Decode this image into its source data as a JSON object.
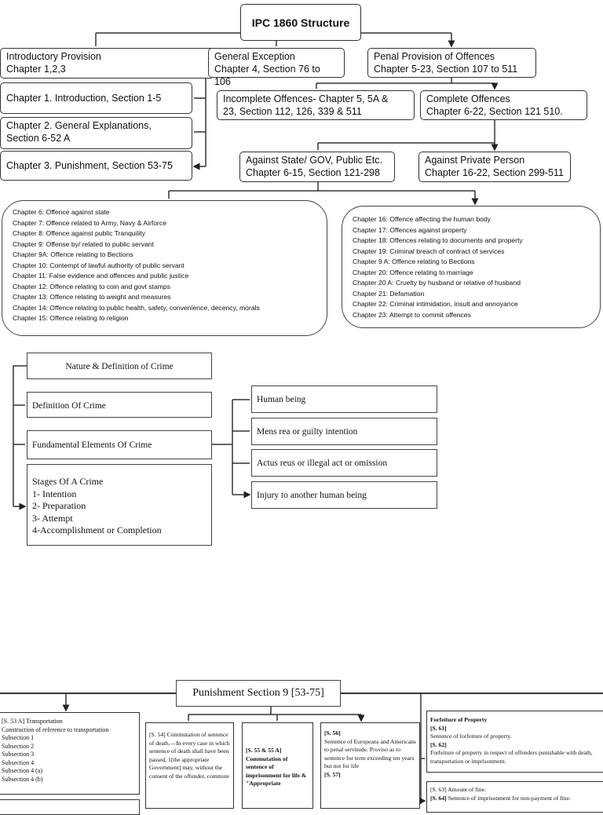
{
  "ipc": {
    "title": "IPC 1860 Structure",
    "intro": {
      "l1": "Introductory Provision",
      "l2": "Chapter 1,2,3"
    },
    "general": {
      "l1": "General Exception",
      "l2": "Chapter 4, Section 76 to 106"
    },
    "penal": {
      "l1": "Penal Provision of Offences",
      "l2": "Chapter 5-23, Section 107 to 511"
    },
    "ch1": "Chapter 1. Introduction, Section 1-5",
    "ch2": {
      "l1": "Chapter 2. General Explanations,",
      "l2": "Section 6-52 A"
    },
    "ch3": "Chapter 3. Punishment, Section 53-75",
    "incomplete": {
      "l1": "Incomplete Offences- Chapter 5, 5A &",
      "l2": "23, Section 112, 126, 339 & 511"
    },
    "complete": {
      "l1": "Complete Offences",
      "l2": "Chapter 6-22, Section 121 510."
    },
    "state": {
      "l1": "Against State/ GOV, Public Etc.",
      "l2": "Chapter 6-15, Section 121-298"
    },
    "private": {
      "l1": "Against Private Person",
      "l2": "Chapter 16-22, Section 299-511"
    },
    "state_list": [
      "Chapter 6: Offence against state",
      "Chapter 7: Offence related to Army, Navy & Airforce",
      "Chapter 8: Offence against public Tranquility",
      "Chapter 9: Offense by/ related to public servant",
      "Chapter 9A: Offence relating to Bections",
      "Chapter 10: Contempt of lawful authority of public servant",
      "Chapter 11: False evidence and offences and public justice",
      "Chapter 12: Offence relating to coin and govt stamps",
      "Chapter 13: Offence relating to weight and measures",
      "Chapter 14: Offence relating to public health, safety, convenience, decency, morals",
      "Chapter 15: Offence relating to religion"
    ],
    "private_list": [
      "Chapter 16: Offence affecting the human body",
      "Chapter 17: Offences against property",
      "Chapter 18: Offences relating to documents and property",
      "Chapter 19: Criminal breach of contract of services",
      "Chapter 9 A: Offence relating to Bections",
      "Chapter 20: Offence relating to marriage",
      "Chapter 20 A: Cruelty by husband or relative of husband",
      "Chapter 21: Defamation",
      "Chapter 22: Criminal intimidation, insult and annoyance",
      "Chapter 23: Attempt to commit offences"
    ]
  },
  "crime": {
    "title": "Nature & Definition of Crime",
    "definition": "Definition Of Crime",
    "fundamental": "Fundamental Elements Of Crime",
    "stages": [
      "Stages Of A Crime",
      "1- Intention",
      "2- Preparation",
      "3- Attempt",
      "4-Accomplishment or Completion"
    ],
    "elements": [
      "Human being",
      "Mens rea or guilty intention",
      "Actus reus or illegal act or omission",
      "Injury to another human being"
    ]
  },
  "punishment": {
    "title": "Punishment Section 9 [53-75]",
    "s53": [
      "[S. 53 A] Transportation",
      "Construction of reference to transportation",
      "Subsection 1",
      "Subsection 2",
      "Subsection 3",
      "Subsection 4",
      "Subsection 4 (a)",
      "Subsection 4 (b)"
    ],
    "s54": "[S. 54] Commutation of sentence of death.—In every case in which sentence of death shall have been passed, 1[the appropriate Government] may, without the consent of the offender, commute",
    "s55_head": "[S. 55 & 55 A]",
    "s55_body": "Commutation of sentence of imprisonment for life & \"Appropriate",
    "s56_head": "[S. 56]",
    "s56_body": "Sentence of Europeans and Americans to penal servitude. Proviso as to sentence for term exceeding ten years but not for life",
    "s57_head": "[S. 57]",
    "forfeit_title": "Forfeiture of Property",
    "s61_head": "[S. 61]",
    "s61_body": "Sentence of forfeiture of property.",
    "s62_head": "[S. 62]",
    "s62_body": "Forfeiture of property in respect of offenders punishable with death, transportation or imprisonment.",
    "s63": "[S. 63] Amount of fine.",
    "s64_head": "[S. 64]",
    "s64_body": "Sentence of imprisonment for non-payment of fine."
  }
}
